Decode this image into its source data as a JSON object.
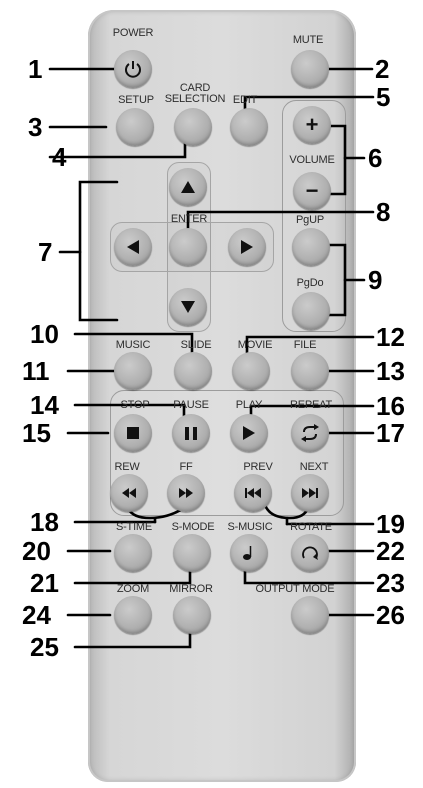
{
  "labels": {
    "power": "POWER",
    "mute": "MUTE",
    "setup": "SETUP",
    "card1": "CARD",
    "card2": "SELECTION",
    "edit": "EDIT",
    "volume": "VOLUME",
    "enter": "ENTER",
    "pgup": "PgUP",
    "pgdo": "PgDo",
    "music": "MUSIC",
    "slide": "SLIDE",
    "movie": "MOVIE",
    "file": "FILE",
    "stop": "STOP",
    "pause": "PAUSE",
    "play": "PLAY",
    "repeat": "REPEAT",
    "rew": "REW",
    "ff": "FF",
    "prev": "PREV",
    "next": "NEXT",
    "stime": "S-TIME",
    "smode": "S-MODE",
    "smusic": "S-MUSIC",
    "rotate": "ROTATE",
    "zoom": "ZOOM",
    "mirror": "MIRROR",
    "output": "OUTPUT MODE"
  },
  "volume_glyphs": {
    "plus": "+",
    "minus": "−"
  },
  "callouts": {
    "n1": "1",
    "n2": "2",
    "n3": "3",
    "n4": "4",
    "n5": "5",
    "n6": "6",
    "n7": "7",
    "n8": "8",
    "n9": "9",
    "n10": "10",
    "n11": "11",
    "n12": "12",
    "n13": "13",
    "n14": "14",
    "n15": "15",
    "n16": "16",
    "n17": "17",
    "n18": "18",
    "n19": "19",
    "n20": "20",
    "n21": "21",
    "n22": "22",
    "n23": "23",
    "n24": "24",
    "n25": "25",
    "n26": "26"
  }
}
